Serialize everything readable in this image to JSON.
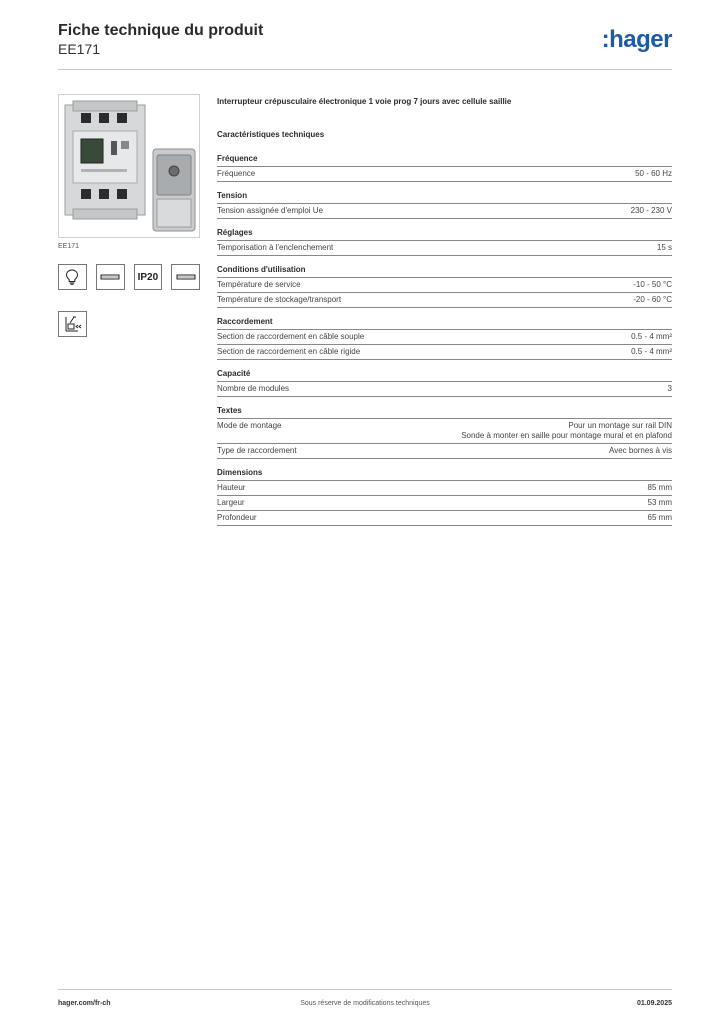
{
  "header": {
    "title": "Fiche technique du produit",
    "subtitle": "EE171",
    "logo": ":hager"
  },
  "product": {
    "caption": "EE171",
    "name": "Interrupteur crépusculaire électronique 1 voie prog 7 jours avec cellule saillie",
    "icons": {
      "ip_rating": "IP20",
      "lamp": "lamp-icon",
      "din_rail": "din-rail-icon",
      "light_sensor": "light-sensor-icon"
    }
  },
  "specs": {
    "title": "Caractéristiques techniques",
    "sections": [
      {
        "title": "Fréquence",
        "rows": [
          {
            "label": "Fréquence",
            "value": [
              "50 - 60 Hz"
            ]
          }
        ]
      },
      {
        "title": "Tension",
        "rows": [
          {
            "label": "Tension assignée d'emploi Ue",
            "value": [
              "230 - 230 V"
            ]
          }
        ]
      },
      {
        "title": "Réglages",
        "rows": [
          {
            "label": "Temporisation à l'enclenchement",
            "value": [
              "15 s"
            ]
          }
        ]
      },
      {
        "title": "Conditions d'utilisation",
        "rows": [
          {
            "label": "Température de service",
            "value": [
              "-10 - 50 °C"
            ]
          },
          {
            "label": "Température de stockage/transport",
            "value": [
              "-20 - 60 °C"
            ]
          }
        ]
      },
      {
        "title": "Raccordement",
        "rows": [
          {
            "label": "Section de raccordement en câble souple",
            "value": [
              "0.5 - 4 mm²"
            ]
          },
          {
            "label": "Section de raccordement en câble rigide",
            "value": [
              "0.5 - 4 mm²"
            ]
          }
        ]
      },
      {
        "title": "Capacité",
        "rows": [
          {
            "label": "Nombre de modules",
            "value": [
              "3"
            ]
          }
        ]
      },
      {
        "title": "Textes",
        "rows": [
          {
            "label": "Mode de montage",
            "value": [
              "Pour un montage sur rail DIN",
              "Sonde à monter en saille pour montage mural et en plafond"
            ]
          },
          {
            "label": "Type de raccordement",
            "value": [
              "Avec bornes à vis"
            ]
          }
        ]
      },
      {
        "title": "Dimensions",
        "rows": [
          {
            "label": "Hauteur",
            "value": [
              "85 mm"
            ]
          },
          {
            "label": "Largeur",
            "value": [
              "53 mm"
            ]
          },
          {
            "label": "Profondeur",
            "value": [
              "65 mm"
            ]
          }
        ]
      }
    ]
  },
  "footer": {
    "website": "hager.com/fr-ch",
    "notice": "Sous réserve de modifications techniques",
    "date": "01.09.2025"
  },
  "colors": {
    "brand": "#1d5aa8",
    "rule": "#888888"
  }
}
